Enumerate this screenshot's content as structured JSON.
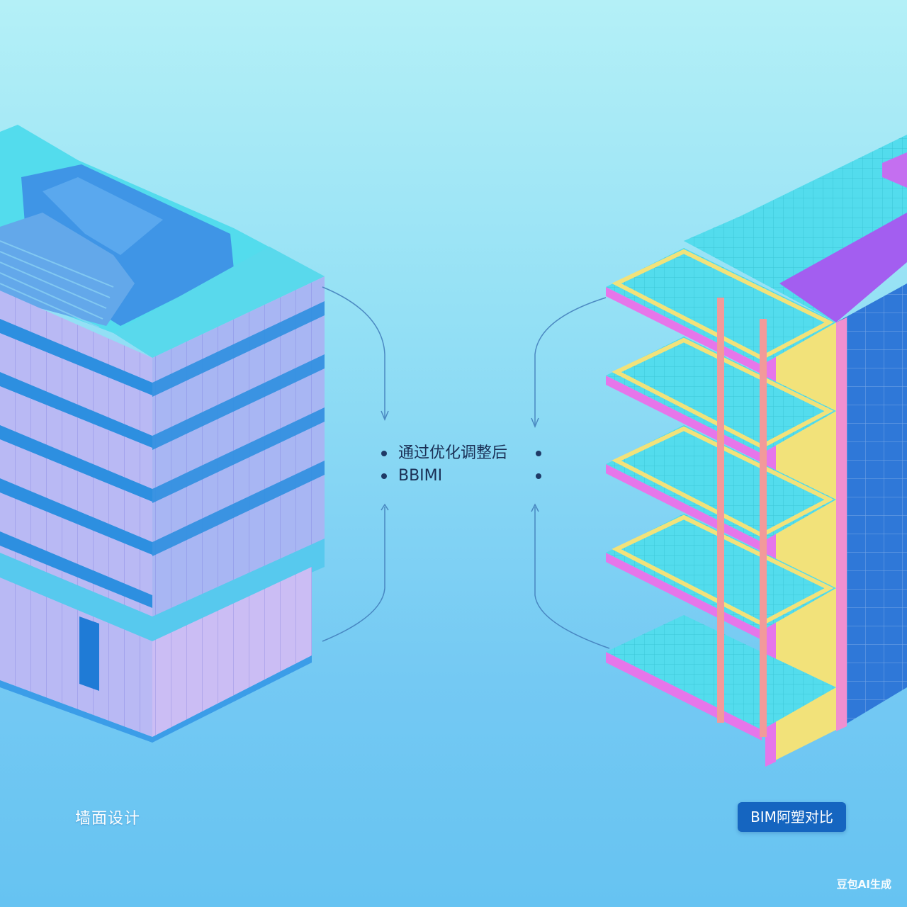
{
  "labels": {
    "left_caption": "墙面设计",
    "right_badge": "BIM阿塑对比",
    "center_line1": "通过优化调整后",
    "center_line2": "BBIMI"
  },
  "watermark": "豆包AI生成",
  "colors": {
    "background_top": "#b4f0f7",
    "background_bottom": "#66c3f2",
    "badge": "#1565c0",
    "facade_lavender": "#b9b9f4",
    "facade_blue_band": "#2d8fe0",
    "roof_cyan": "#53dced",
    "frame_yellow": "#f2e27a",
    "frame_pink": "#e676ea",
    "frame_purple": "#a35ef0"
  }
}
